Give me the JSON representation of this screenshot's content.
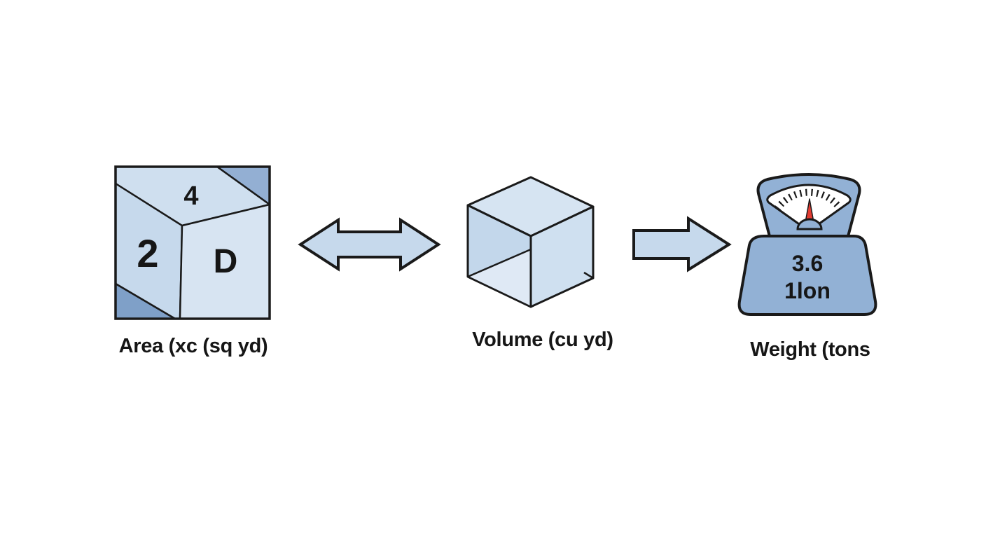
{
  "colors": {
    "background": "#ffffff",
    "outline": "#1a1a1a",
    "text": "#161616",
    "square_face_right": "#d7e4f2",
    "square_face_left": "#c6d9ec",
    "square_face_top": "#cfdfef",
    "square_corner_dark": "#93afd3",
    "square_corner_darker": "#7fa0c8",
    "cube_top": "#d6e4f2",
    "cube_left": "#c3d7eb",
    "cube_right": "#cfe0f0",
    "cube_floor": "#dfe9f5",
    "arrow_fill": "#c6d9ec",
    "scale_blue": "#92b1d5",
    "dial_white": "#ffffff",
    "needle_red": "#e23b31"
  },
  "area": {
    "label": "Area (xc (sq yd)",
    "top_face_value": "4",
    "left_face_value": "2",
    "right_face_value": "D"
  },
  "volume": {
    "label": "Volume (cu yd)"
  },
  "weight": {
    "label": "Weight (tons",
    "reading_top": "3.6",
    "reading_bottom": "1lon"
  }
}
